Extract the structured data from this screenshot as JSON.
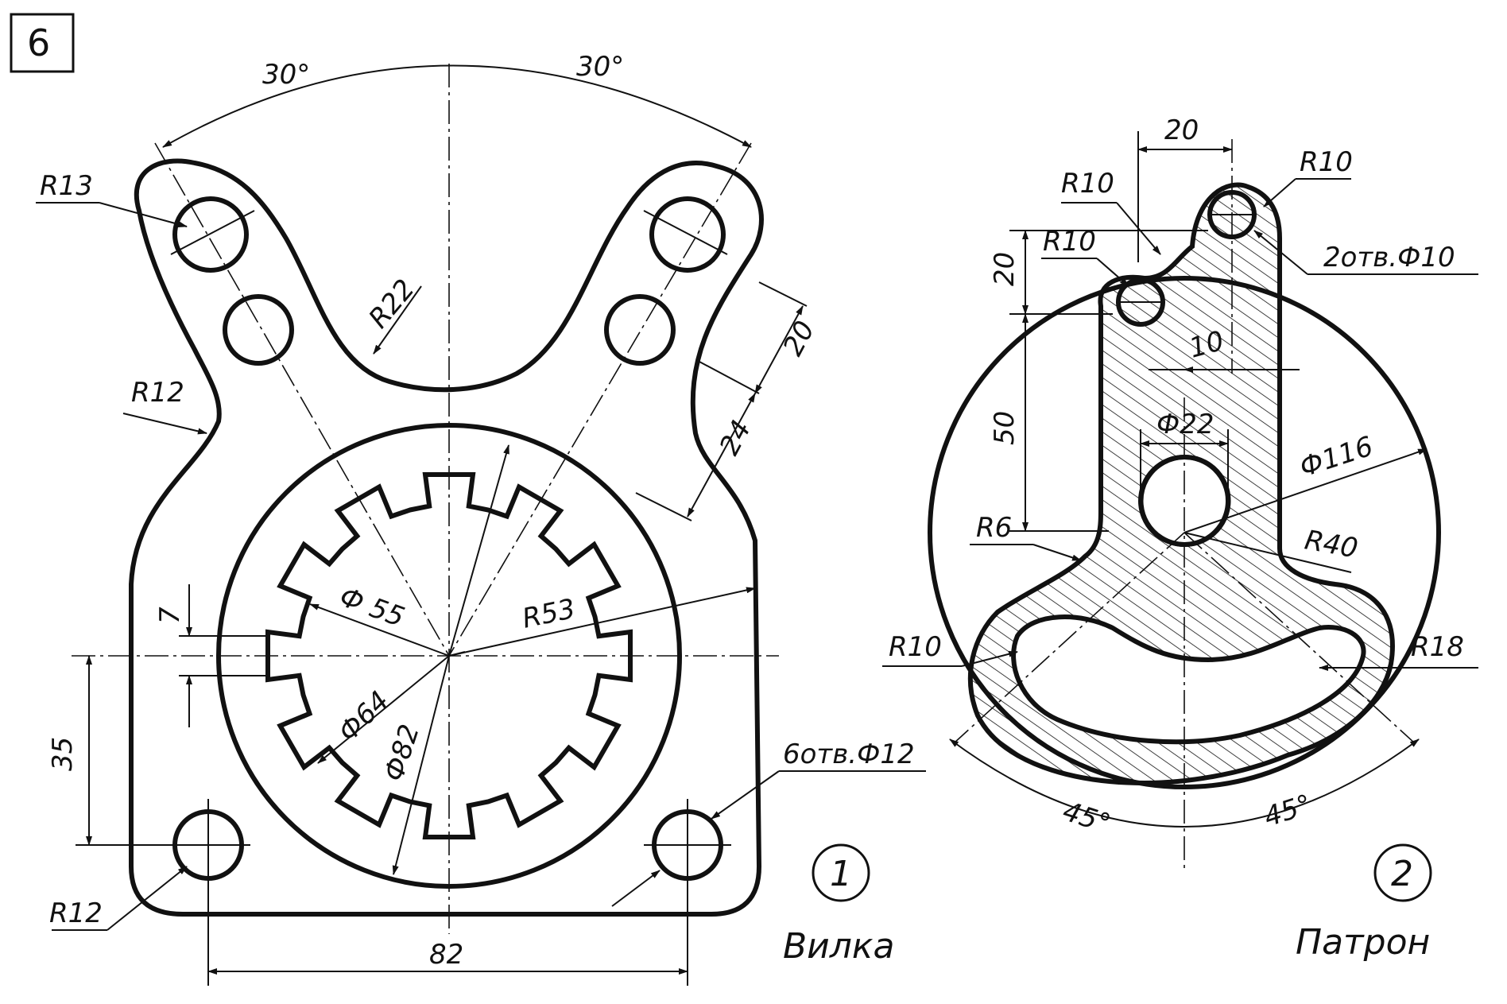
{
  "sheet_number": "6",
  "fork": {
    "number": "1",
    "name": "Вилка",
    "angle_left": "30°",
    "angle_right": "30°",
    "r13": "R13",
    "r22": "R22",
    "r12_top": "R12",
    "r12_bottom": "R12",
    "r53": "R53",
    "d55": "Ф 55",
    "d64": "Ф64",
    "d82": "Ф82",
    "dim_20": "20",
    "dim_24": "24",
    "dim_7": "7",
    "dim_35": "35",
    "dim_82": "82",
    "holes": "6отв.Ф12"
  },
  "chuck": {
    "number": "2",
    "name": "Патрон",
    "dim_20_top": "20",
    "dim_20_side": "20",
    "dim_50": "50",
    "dim_10": "10",
    "r10_a": "R10",
    "r10_b": "R10",
    "r10_c": "R10",
    "r10_d": "R10",
    "holes": "2отв.Ф10",
    "d22": "Ф22",
    "d116": "Ф116",
    "r6": "R6",
    "r40": "R40",
    "r18": "R18",
    "angle_left": "45°",
    "angle_right": "45°"
  }
}
